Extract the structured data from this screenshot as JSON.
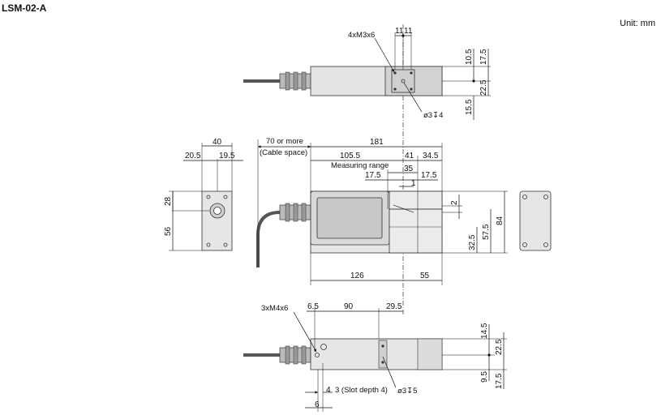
{
  "title": "LSM-02-A",
  "unit": "Unit: mm",
  "top_view": {
    "mounting_screw": "4xM3x6",
    "hole": "ø3",
    "hole_depth": "4",
    "dims": {
      "pitch_a": "11",
      "pitch_b": "11",
      "d10_5": "10.5",
      "d17_5": "17.5",
      "d22_5": "22.5",
      "d15_5": "15.5"
    }
  },
  "front_view": {
    "cable_space_1": "70 or more",
    "cable_space_2": "(Cable space)",
    "measuring_range": "Measuring range",
    "dims": {
      "overall": "181",
      "d105_5": "105.5",
      "d41": "41",
      "d34_5": "34.5",
      "d35": "35",
      "d17_5_left": "17.5",
      "d17_5_right": "17.5",
      "d1": "1",
      "d2": "2",
      "d32_5": "32.5",
      "d57_5": "57.5",
      "d84": "84",
      "d126": "126",
      "d55": "55"
    }
  },
  "side_view": {
    "dims": {
      "w40": "40",
      "d20_5": "20.5",
      "d19_5": "19.5",
      "d28": "28",
      "d56": "56"
    }
  },
  "bottom_view": {
    "mounting_screw": "3xM4x6",
    "slot_note": "3 (Slot depth 4)",
    "hole": "ø3",
    "hole_depth": "5",
    "dims": {
      "d6_5": "6.5",
      "d90": "90",
      "d29_5": "29.5",
      "d14_5": "14.5",
      "d22_5": "22.5",
      "d9_5": "9.5",
      "d17_5": "17.5",
      "d4": "4",
      "d6": "6"
    }
  }
}
